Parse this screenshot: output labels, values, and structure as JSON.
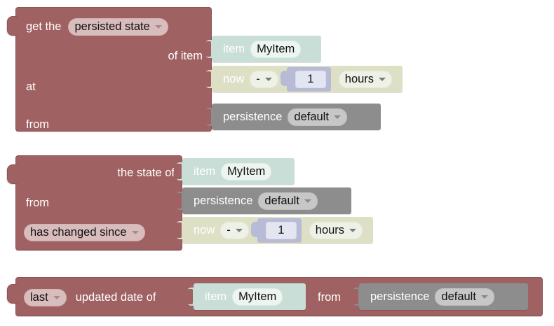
{
  "app": {
    "name": "blockly-rule-editor",
    "background": "#ffffff"
  },
  "colors": {
    "maroon": "#9f6161",
    "maroon_border": "#8d5454",
    "item_mint": "#c9ded6",
    "time_olive": "#dee0c6",
    "persistence_gray": "#8d8d8d",
    "number_lavender": "#b7bbd8",
    "field_light": "#eef1e6",
    "field_pink": "#d9bcbc",
    "field_gray": "#c7c7c7",
    "text_white": "#ffffff",
    "text_dark": "#111111"
  },
  "blocks": [
    {
      "id": "get-persisted-state",
      "type": "value-block",
      "color": "maroon",
      "rows": [
        {
          "id": "row-get-the",
          "label": "get the",
          "field": {
            "kind": "dropdown",
            "value": "persisted state",
            "style": "pink"
          }
        },
        {
          "id": "row-of-item",
          "label": "of item",
          "input": {
            "id": "item-input",
            "color": "item_mint",
            "label": "item",
            "field": {
              "kind": "text",
              "value": "MyItem",
              "style": "mint"
            }
          }
        },
        {
          "id": "row-at",
          "label": "at",
          "input": {
            "id": "time-input",
            "color": "time_olive",
            "label": "now",
            "operator": {
              "kind": "dropdown",
              "value": "-",
              "style": "light"
            },
            "number": {
              "kind": "number",
              "value": "1",
              "style": "lavender"
            },
            "unit": {
              "kind": "dropdown",
              "value": "hours",
              "style": "light"
            }
          }
        },
        {
          "id": "row-from",
          "label": "from",
          "input": {
            "id": "persistence-input",
            "color": "persistence_gray",
            "label": "persistence",
            "field": {
              "kind": "dropdown",
              "value": "default",
              "style": "gray"
            }
          }
        }
      ]
    },
    {
      "id": "state-changed-since",
      "type": "value-block",
      "color": "maroon",
      "rows": [
        {
          "id": "row-the-state-of",
          "label": "the state of",
          "input": {
            "id": "item-input-2",
            "color": "item_mint",
            "label": "item",
            "field": {
              "kind": "text",
              "value": "MyItem",
              "style": "mint"
            }
          }
        },
        {
          "id": "row-from-2",
          "label": "from",
          "input": {
            "id": "persistence-input-2",
            "color": "persistence_gray",
            "label": "persistence",
            "field": {
              "kind": "dropdown",
              "value": "default",
              "style": "gray"
            }
          }
        },
        {
          "id": "row-has-changed-since",
          "field": {
            "kind": "dropdown",
            "value": "has changed since",
            "style": "pink"
          },
          "input": {
            "id": "time-input-2",
            "color": "time_olive",
            "label": "now",
            "operator": {
              "kind": "dropdown",
              "value": "-",
              "style": "light"
            },
            "number": {
              "kind": "number",
              "value": "1",
              "style": "lavender"
            },
            "unit": {
              "kind": "dropdown",
              "value": "hours",
              "style": "light"
            }
          }
        }
      ]
    },
    {
      "id": "last-updated-date-of",
      "type": "value-block",
      "color": "maroon",
      "rows": [
        {
          "id": "row-last-updated",
          "field": {
            "kind": "dropdown",
            "value": "last",
            "style": "pink"
          },
          "label": "updated date of",
          "label2": "from",
          "input": {
            "id": "item-input-3",
            "color": "item_mint",
            "label": "item",
            "field": {
              "kind": "text",
              "value": "MyItem",
              "style": "mint"
            }
          },
          "input2": {
            "id": "persistence-input-3",
            "color": "persistence_gray",
            "label": "persistence",
            "field": {
              "kind": "dropdown",
              "value": "default",
              "style": "gray"
            }
          }
        }
      ]
    }
  ]
}
